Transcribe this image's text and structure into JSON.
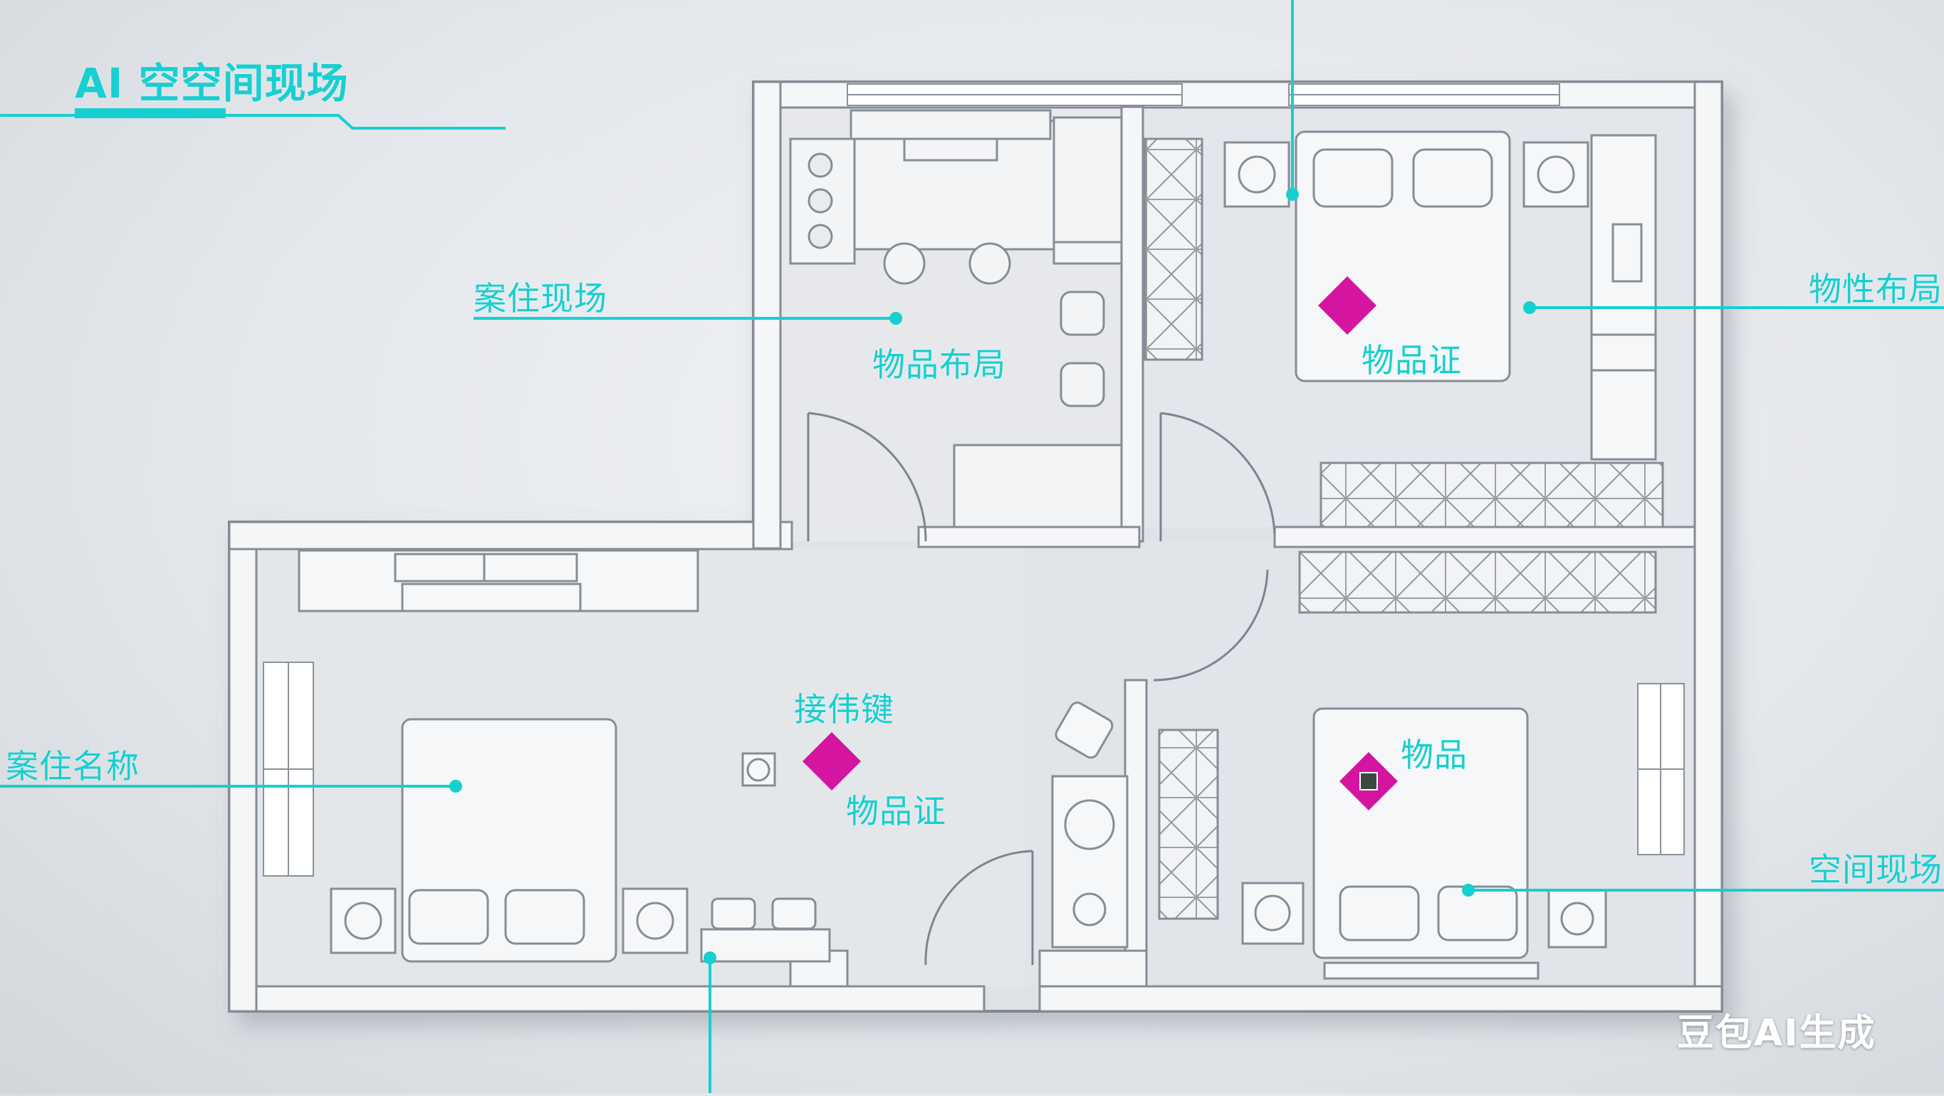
{
  "title": "AI 空空间现场",
  "watermark": "豆包AI生成",
  "colors": {
    "accent": "#16cfd0",
    "marker": "#d3159f",
    "wall": "#f4f5f7",
    "wall_edge": "#8e959e",
    "floor": "#e2e5e9"
  },
  "callouts": {
    "case_scene": "案住现场",
    "item_layout": "物品布局",
    "item_cert_1": "物品证",
    "property_layout": "物性布局",
    "case_name": "案住名称",
    "key_label": "接伟键",
    "item_cert_2": "物品证",
    "item": "物品",
    "space_scene": "空间现场"
  },
  "markers": [
    "marker-bedroom-top",
    "marker-living",
    "marker-bedroom-bottom"
  ]
}
